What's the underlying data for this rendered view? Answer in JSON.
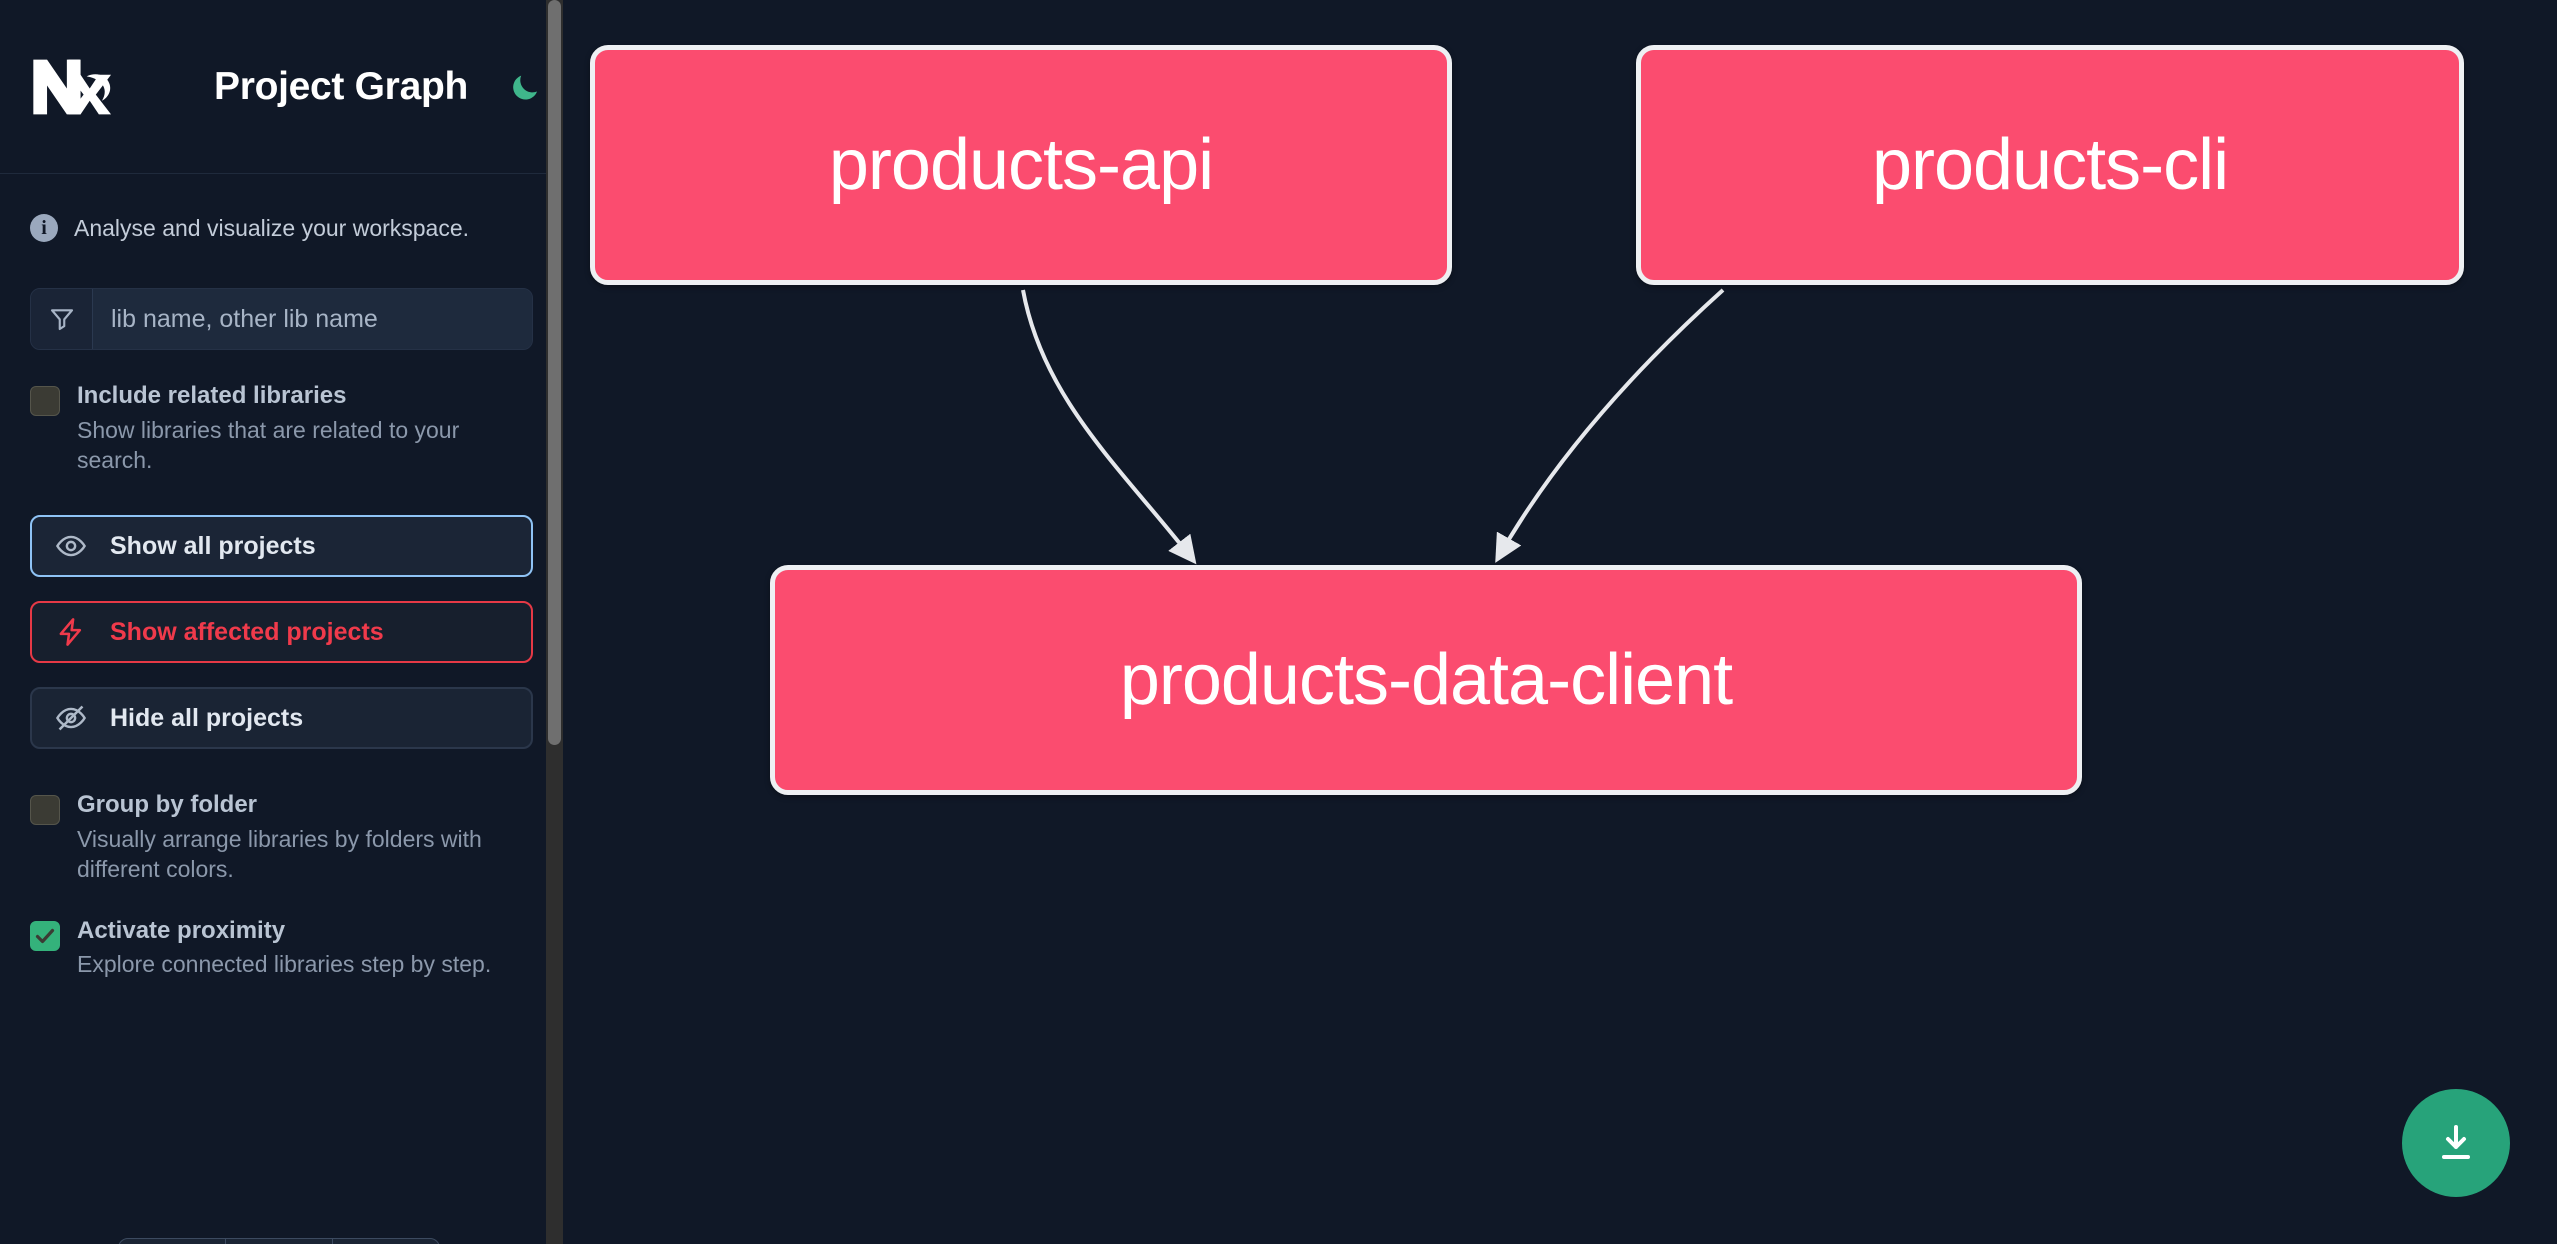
{
  "header": {
    "logo_name": "nx-logo",
    "title": "Project Graph",
    "theme_toggle_icon": "moon-icon",
    "theme_accent": "#3fb68b"
  },
  "sidebar": {
    "tagline": "Analyse and visualize your workspace.",
    "tagline_icon": "info-icon",
    "search": {
      "icon": "filter-funnel-icon",
      "placeholder": "lib name, other lib name",
      "value": ""
    },
    "checkboxes": [
      {
        "id": "include-related-libraries",
        "label": "Include related libraries",
        "description": "Show libraries that are related to your search.",
        "checked": false
      },
      {
        "id": "group-by-folder",
        "label": "Group by folder",
        "description": "Visually arrange libraries by folders with different colors.",
        "checked": false
      },
      {
        "id": "activate-proximity",
        "label": "Activate proximity",
        "description": "Explore connected libraries step by step.",
        "checked": true
      }
    ],
    "buttons": [
      {
        "id": "show-all-projects",
        "label": "Show all projects",
        "icon": "eye-icon",
        "style": "primary"
      },
      {
        "id": "show-affected-projects",
        "label": "Show affected projects",
        "icon": "lightning-bolt-icon",
        "style": "danger"
      },
      {
        "id": "hide-all-projects",
        "label": "Hide all projects",
        "icon": "eye-off-icon",
        "style": "plain"
      }
    ],
    "colors": {
      "focus_border": "#8fc3f5",
      "danger": "#f03a4b",
      "checked": "#34b27b",
      "background": "#101827"
    }
  },
  "graph": {
    "nodes": [
      {
        "id": "products-api",
        "label": "products-api"
      },
      {
        "id": "products-cli",
        "label": "products-cli"
      },
      {
        "id": "products-data-client",
        "label": "products-data-client"
      }
    ],
    "edges": [
      {
        "from": "products-api",
        "to": "products-data-client"
      },
      {
        "from": "products-cli",
        "to": "products-data-client"
      }
    ],
    "node_color": "#fb4c6f",
    "node_border_color": "#eef0f3",
    "edge_color": "#e6e8ec",
    "canvas_background": "#101827"
  },
  "fab": {
    "label": "download-image-button",
    "icon": "download-icon",
    "color": "#27a37a"
  },
  "scrollbar": {
    "thumb_color": "#6f6f6f",
    "track_color": "#2e2e2e"
  }
}
